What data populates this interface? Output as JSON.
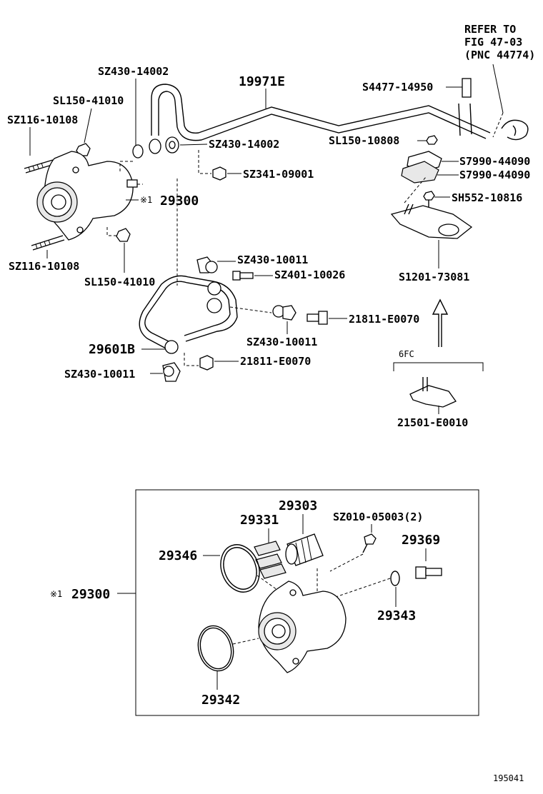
{
  "refer_note": {
    "line1": "REFER TO",
    "line2": "FIG 47-03",
    "line3": "(PNC 44774)"
  },
  "labels": {
    "sz430_14002_top": "SZ430-14002",
    "p19971e": "19971E",
    "s4477_14950": "S4477-14950",
    "sl150_41010_top": "SL150-41010",
    "sz116_10108_top": "SZ116-10108",
    "sz430_14002_mid": "SZ430-14002",
    "sl150_10808": "SL150-10808",
    "s7990_44090_a": "S7990-44090",
    "s7990_44090_b": "S7990-44090",
    "sz341_09001": "SZ341-09001",
    "p29300_marker": "※1",
    "p29300": "29300",
    "sh552_10816": "SH552-10816",
    "sz116_10108_bottom": "SZ116-10108",
    "sz430_10011_a": "SZ430-10011",
    "sz401_10026": "SZ401-10026",
    "sl150_41010_bottom": "SL150-41010",
    "s1201_73081": "S1201-73081",
    "p21811_e0070_a": "21811-E0070",
    "sz430_10011_b": "SZ430-10011",
    "p29601b": "29601B",
    "p21811_e0070_b": "21811-E0070",
    "sz430_10011_c": "SZ430-10011",
    "variant_6fc": "6FC",
    "p21501_e0010": "21501-E0010"
  },
  "detail": {
    "p29303": "29303",
    "p29331": "29331",
    "sz010_05003": "SZ010-05003(2)",
    "p29369": "29369",
    "p29346": "29346",
    "assembly_marker": "※1",
    "assembly_29300": "29300",
    "p29343": "29343",
    "p29342": "29342"
  },
  "figure_id": "195041"
}
